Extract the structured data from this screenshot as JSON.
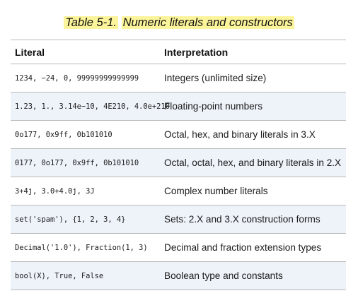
{
  "caption": {
    "number": "Table 5-1.",
    "title": "Numeric literals and constructors"
  },
  "table": {
    "headers": [
      "Literal",
      "Interpretation"
    ],
    "rows": [
      {
        "literal": "1234, −24, 0, 99999999999999",
        "interpretation": "Integers (unlimited size)"
      },
      {
        "literal": "1.23, 1., 3.14e−10, 4E210, 4.0e+210",
        "interpretation": "Floating-point numbers"
      },
      {
        "literal": "0o177, 0x9ff, 0b101010",
        "interpretation": "Octal, hex, and binary literals in 3.X"
      },
      {
        "literal": "0177, 0o177, 0x9ff, 0b101010",
        "interpretation": "Octal, octal, hex, and binary literals in 2.X"
      },
      {
        "literal": "3+4j, 3.0+4.0j, 3J",
        "interpretation": "Complex number literals"
      },
      {
        "literal": "set('spam'), {1, 2, 3, 4}",
        "interpretation": "Sets: 2.X and 3.X construction forms"
      },
      {
        "literal": "Decimal('1.0'), Fraction(1, 3)",
        "interpretation": "Decimal and fraction extension types"
      },
      {
        "literal": "bool(X), True, False",
        "interpretation": "Boolean type and constants"
      }
    ]
  },
  "colors": {
    "highlight": "#fbf49a",
    "row_stripe": "#eef3fa",
    "rule": "#b9b9b9"
  }
}
